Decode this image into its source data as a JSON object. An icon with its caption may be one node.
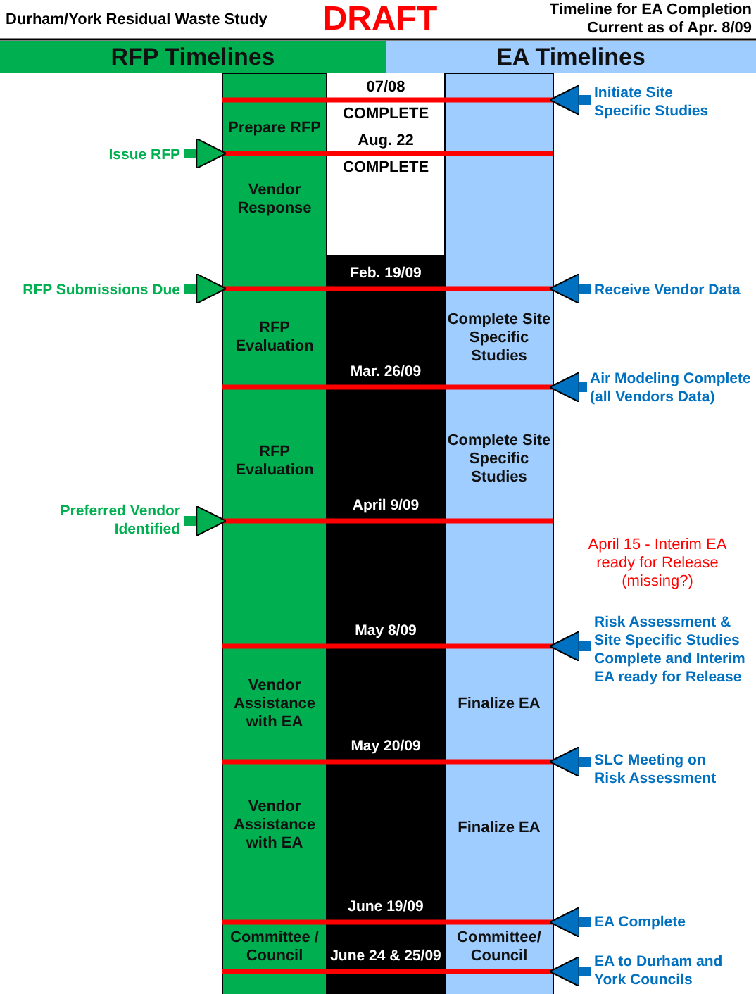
{
  "diagram": {
    "title": "DRAFT",
    "nodes": [
      {
        "text": [
          "RFP Timelines"
        ]
      },
      {
        "text": [
          "EA Timelines"
        ]
      },
      {
        "text": [
          "Prepare RFP"
        ]
      },
      {
        "text": [
          "Vendor Response"
        ]
      },
      {
        "text": [
          "RFP Evaluation"
        ]
      },
      {
        "text": [
          "RFP Evaluation"
        ]
      },
      {
        "text": [
          "Vendor Assistance with EA"
        ]
      },
      {
        "text": [
          "Vendor Assistance with EA"
        ]
      },
      {
        "text": [
          "Committee / Council"
        ]
      },
      {
        "text": [
          "Complete Site Specific Studies"
        ]
      },
      {
        "text": [
          "Complete Site Specific Studies"
        ]
      },
      {
        "text": [
          "Finalize EA"
        ]
      },
      {
        "text": [
          "Finalize EA"
        ]
      },
      {
        "text": [
          "Committee/ Council"
        ]
      },
      {
        "text": [
          "Issue RFP"
        ]
      },
      {
        "text": [
          "RFP Submissions Due"
        ]
      },
      {
        "text": [
          "Preferred Vendor Identified"
        ]
      },
      {
        "text": [
          "Initiate Site Specific Studies"
        ]
      },
      {
        "text": [
          "Receive Vendor Data"
        ]
      },
      {
        "text": [
          "Air Modeling Complete (all Vendors Data)"
        ]
      },
      {
        "text": [
          "Risk Assessment & Site Specific Studies Complete and Interim EA ready for Release"
        ]
      },
      {
        "text": [
          "SLC Meeting on Risk Assessment"
        ]
      },
      {
        "text": [
          "EA Complete"
        ]
      },
      {
        "text": [
          "EA to Durham  and York Councils"
        ]
      },
      {
        "text": [],
        "shape": "line",
        "beside": [
          "07/08",
          "COMPLETE"
        ]
      },
      {
        "text": [],
        "shape": "line",
        "beside": [
          "Aug. 22",
          "COMPLETE"
        ]
      },
      {
        "text": [],
        "shape": "line",
        "beside": [
          "Feb. 19/09"
        ]
      },
      {
        "text": [],
        "shape": "line",
        "beside": [
          "Mar. 26/09"
        ]
      },
      {
        "text": [],
        "shape": "line",
        "beside": [
          "April 9/09"
        ]
      },
      {
        "text": [],
        "shape": "line",
        "beside": [
          "May 8/09"
        ]
      },
      {
        "text": [],
        "shape": "line",
        "beside": [
          "May 20/09"
        ]
      },
      {
        "text": [],
        "shape": "line",
        "beside": [
          "June 19/09"
        ]
      },
      {
        "text": [],
        "shape": "line",
        "beside": [
          "June 24 & 25/09"
        ]
      }
    ],
    "edges": [
      {
        "from": 14,
        "to": 25,
        "arrow": "to",
        "color": "#00b050"
      },
      {
        "from": 15,
        "to": 26,
        "arrow": "to",
        "color": "#00b050"
      },
      {
        "from": 16,
        "to": 28,
        "arrow": "to",
        "color": "#00b050"
      },
      {
        "from": 17,
        "to": 24,
        "arrow": "to"
      },
      {
        "from": 18,
        "to": 26,
        "arrow": "to"
      },
      {
        "from": 19,
        "to": 27,
        "arrow": "to"
      },
      {
        "from": 20,
        "to": 29,
        "arrow": "to"
      },
      {
        "from": 21,
        "to": 30,
        "arrow": "to"
      },
      {
        "from": 22,
        "to": 31,
        "arrow": "to"
      },
      {
        "from": 23,
        "to": 32,
        "arrow": "to"
      }
    ],
    "labels": [
      "Durham/York Residual Waste Study",
      "Timeline for EA Completion Current as of Apr. 8/09",
      "April 15 - Interim EA ready for Release (missing?)"
    ]
  }
}
